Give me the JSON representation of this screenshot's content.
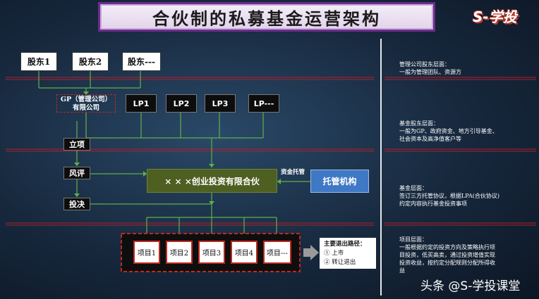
{
  "title": "合伙制的私募基金运营架构",
  "logo_text": "S-学投",
  "shareholders": [
    "股东1",
    "股东2",
    "股东---"
  ],
  "gp_label_line1": "GP（管理公司）",
  "gp_label_line2": "有限公司",
  "lps": [
    "LP1",
    "LP2",
    "LP3",
    "LP---"
  ],
  "steps": {
    "approve": "立项",
    "review": "风评",
    "decide": "投决"
  },
  "fund_name": "× × ×创业投资有限合伙",
  "custody_label": "资金托管",
  "custodian": "托管机构",
  "projects": [
    "项目1",
    "项目2",
    "项目3",
    "项目4",
    "项目---"
  ],
  "exit": {
    "title": "主要退出路径：",
    "items": [
      "① 上市",
      "② 转让退出"
    ]
  },
  "notes": [
    "管理公司股东层面：\n一般为管理团队、资源方",
    "基金股东层面：\n一般为GP、政府资金、地方引导基金、\n社会资本及高净值客户等",
    "基金层面：\n签订三方托管协议，根据LPA(合伙协议)\n约定内容执行基金投资事项",
    "项目层面：\n一般根据约定的投资方向及策略执行项\n目投资，低买高卖，通过投资增值实现\n投资收益，按约定分配规则分配所得收\n益"
  ],
  "watermark": "头条 @S-学投课堂",
  "colors": {
    "accent_red": "#c0281e",
    "fund_green": "#4e5f22",
    "custodian_blue": "#3f78c4",
    "title_border": "#6c2d8c"
  }
}
